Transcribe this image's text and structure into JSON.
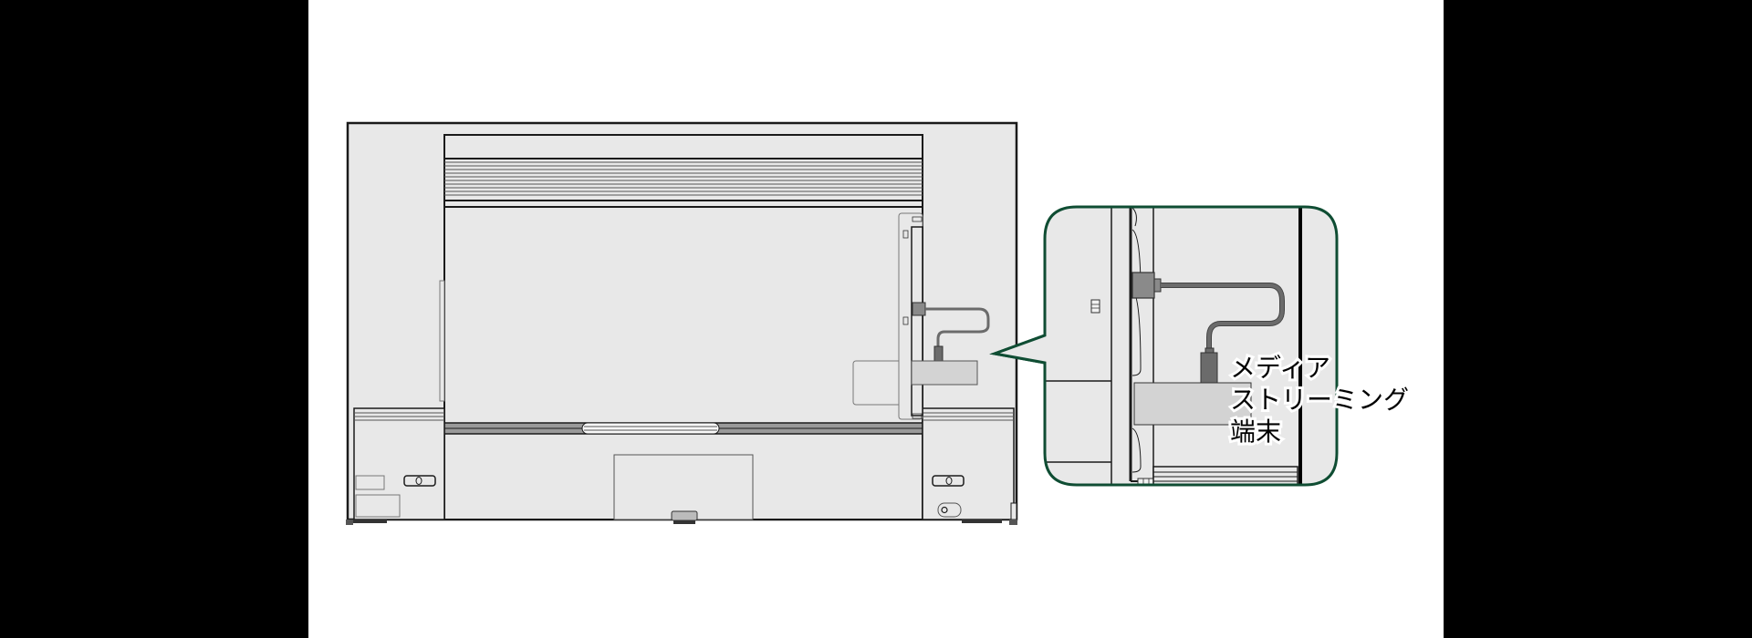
{
  "diagram": {
    "subject": "tv-rear-view",
    "callout": {
      "label_lines": [
        "メディア",
        "ストリーミング",
        "端末"
      ],
      "border_color": "#0f4d33"
    },
    "colors": {
      "background": "#ffffff",
      "side_bars": "#000000",
      "panel_fill": "#e8e8e8",
      "outline": "#1a1a1a",
      "device_fill": "#d3d3d3",
      "cable": "#6b6b6b",
      "connector": "#8a8a8a"
    }
  }
}
